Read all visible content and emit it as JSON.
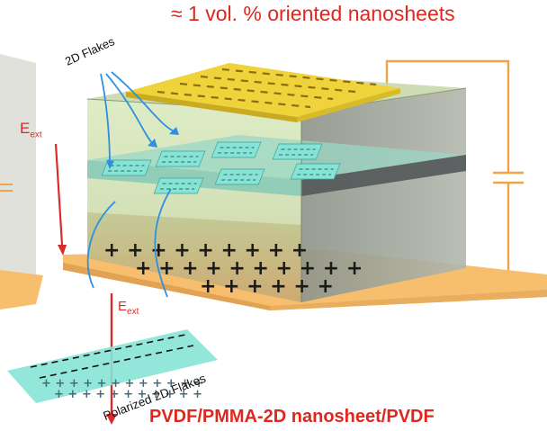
{
  "title_top": "≈ 1 vol. % oriented nanosheets",
  "flakes_label": "2D Flakes",
  "field_label": {
    "main": "E",
    "sub": "ext"
  },
  "inset_field_label": {
    "main": "E",
    "sub": "ext"
  },
  "polarized_label": "Polarized 2D Flakes",
  "title_bottom": "PVDF/PMMA-2D nanosheet/PVDF",
  "colors": {
    "title": "#e0271f",
    "field_arrow": "#d92b2b",
    "electrode_top": "#f0d23a",
    "electrode_bottom": "#f7be6e",
    "flake": "#86e3d6",
    "pointer": "#2f8fe0",
    "circuit_wire": "#f2a346"
  },
  "icons": [
    "capacitor-symbol-icon",
    "field-arrow-icon",
    "plus-charge-icon",
    "minus-charge-icon"
  ]
}
